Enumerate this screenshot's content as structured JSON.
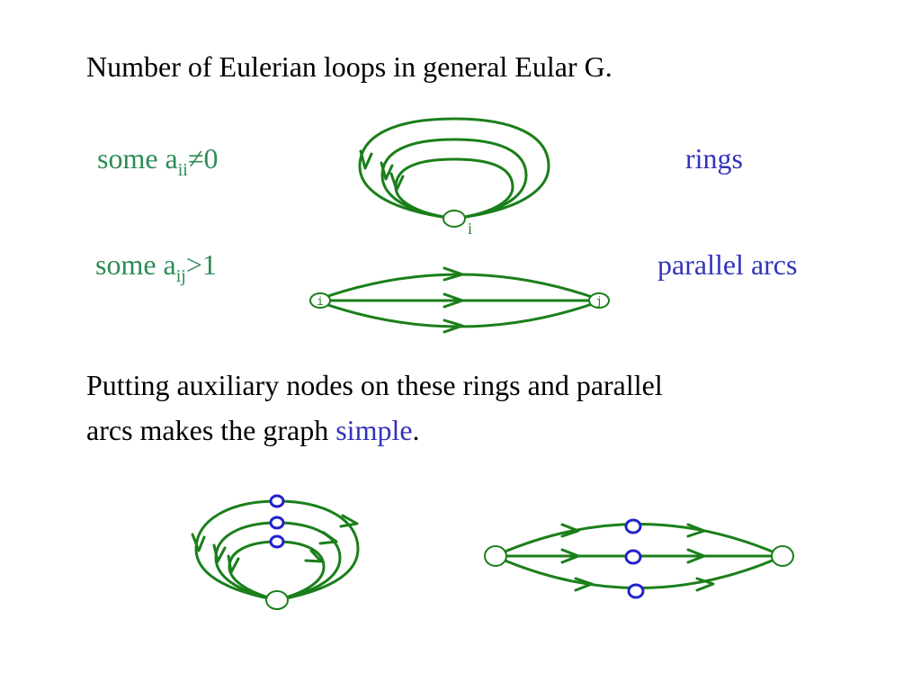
{
  "title": "Number of Eulerian loops in general Eular G.",
  "case1": {
    "prefix": "some  a",
    "sub": "ii",
    "suffix": "≠0",
    "tag": "rings"
  },
  "case2": {
    "prefix": "some  a",
    "sub": "ij",
    "suffix": ">1",
    "tag": "parallel arcs"
  },
  "nodes": {
    "ring_node": "i",
    "arc_start": "i",
    "arc_end": "j"
  },
  "paragraph": {
    "line1": "Putting auxiliary nodes on these  rings and parallel",
    "line2_prefix": "arcs makes the graph ",
    "line2_highlight": "simple",
    "line2_suffix": "."
  },
  "colors": {
    "edge": "#1a7f1a",
    "aux_node": "#2222cc",
    "label_green": "#2e8b57",
    "label_blue": "#3333bb"
  }
}
